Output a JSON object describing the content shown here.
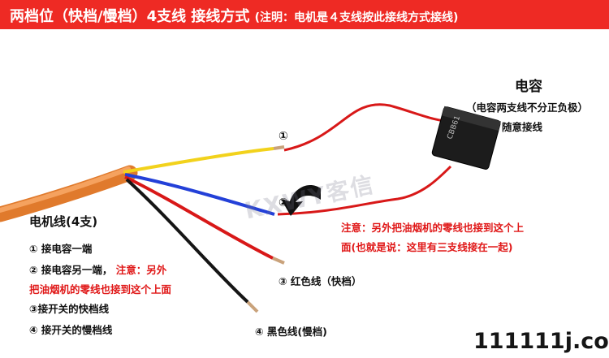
{
  "banner": {
    "title": "两档位（快档/慢档）4支线 接线方式",
    "note": "(注明：电机是４支线按此接线方式接线)",
    "color": "#ee2a24"
  },
  "capacitor": {
    "title": "电容",
    "note": "（电容两支线不分正负极）",
    "note2": "随意接线",
    "body_text": "CBB61"
  },
  "markers": {
    "one": "①",
    "two": "②"
  },
  "warning": {
    "line1": "注意：另外把油烟机的零线也接到这个上",
    "line2": "面(也就是说：这里有三支线接在一起)"
  },
  "wire_labels": {
    "red": "③  红色线（快档）",
    "black": "④  黑色线(慢档)"
  },
  "motor": {
    "title": "电机线(4支)",
    "items": [
      "① 接电容一端",
      "② 接电容另一端，",
      "把油烟机的零线也接到这个上面",
      "③接开关的快档线",
      "④ 接开关的慢档线"
    ],
    "item2_note": "注意：另外"
  },
  "watermark": "KXWY客信",
  "site": "111111j.com",
  "colors": {
    "cable": "#f08a3a",
    "yellow": "#f2d21c",
    "blue": "#2340d8",
    "red": "#d81818",
    "black": "#151515",
    "accent": "#e01818"
  }
}
